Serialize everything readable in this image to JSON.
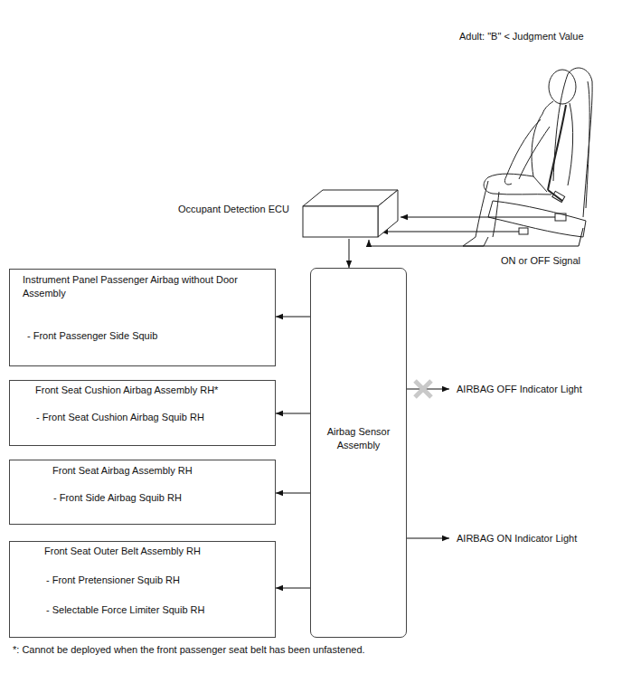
{
  "diagram": {
    "caption": "*: Cannot be deployed when the front passenger seat belt has been unfastened.",
    "nodes": [
      {
        "text": [
          "Occupant Detection ECU"
        ]
      },
      {
        "text": [
          "Airbag Sensor Assembly"
        ]
      },
      {
        "text": [
          "Instrument Panel Passenger Airbag without Door Assembly",
          "- Front Passenger Side Squib"
        ]
      },
      {
        "text": [
          "Front Seat Cushion Airbag Assembly RH*",
          "- Front Seat Cushion Airbag Squib RH"
        ]
      },
      {
        "text": [
          "Front Seat Airbag Assembly RH",
          "- Front Side Airbag Squib RH"
        ]
      },
      {
        "text": [
          "Front Seat Outer Belt Assembly RH",
          "- Front Pretensioner Squib RH",
          "- Selectable Force Limiter Squib RH"
        ]
      }
    ],
    "edges": [
      {
        "from": 0,
        "to": 1,
        "arrow": "to"
      },
      {
        "from": 1,
        "to": 2,
        "arrow": "to"
      },
      {
        "from": 1,
        "to": 3,
        "arrow": "to"
      },
      {
        "from": 1,
        "to": 4,
        "arrow": "to"
      },
      {
        "from": 1,
        "to": 5,
        "arrow": "to"
      }
    ],
    "labels": [
      "Adult: \"B\" < Judgment Value",
      "ON or OFF Signal",
      "AIRBAG OFF Indicator Light",
      "AIRBAG ON Indicator Light"
    ]
  }
}
